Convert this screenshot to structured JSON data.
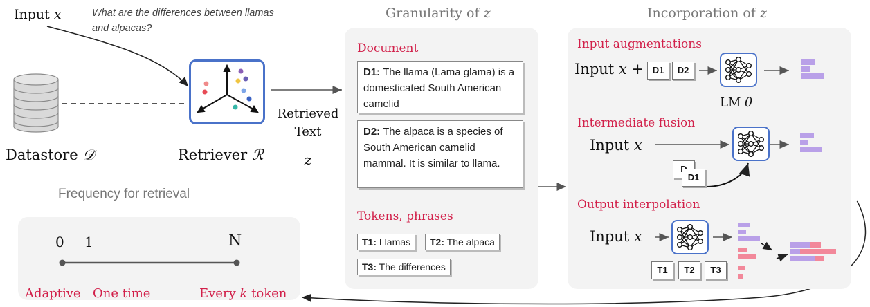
{
  "input": {
    "label": "Input",
    "var": "x",
    "question": "What are the differences between llamas and alpacas?"
  },
  "datastore": {
    "label": "Datastore",
    "symbol": "𝒟"
  },
  "retriever": {
    "label": "Retriever",
    "symbol": "ℛ"
  },
  "retrieved": {
    "line1": "Retrieved",
    "line2": "Text",
    "var": "z"
  },
  "granularity": {
    "title": "Granularity of",
    "var": "z",
    "document_heading": "Document",
    "docs": [
      {
        "id": "D1:",
        "text": "The llama (Lama glama) is a domesticated South American camelid"
      },
      {
        "id": "D2:",
        "text": "The alpaca is a species of South American camelid mammal. It is similar to llama."
      }
    ],
    "tokens_heading": "Tokens, phrases",
    "tokens": [
      {
        "id": "T1:",
        "text": "Llamas"
      },
      {
        "id": "T2:",
        "text": "The alpaca"
      },
      {
        "id": "T3:",
        "text": "The differences"
      }
    ]
  },
  "incorporation": {
    "title": "Incorporation of",
    "var": "z",
    "input_aug": {
      "heading": "Input augmentations",
      "input": "Input",
      "var": "x",
      "plus": "+",
      "chips": [
        "D1",
        "D2"
      ],
      "lm": "LM",
      "theta": "θ"
    },
    "intermediate": {
      "heading": "Intermediate fusion",
      "input": "Input",
      "var": "x",
      "chips": [
        "D",
        "D1"
      ]
    },
    "output": {
      "heading": "Output interpolation",
      "input": "Input",
      "var": "x",
      "chips": [
        "T1",
        "T2",
        "T3"
      ]
    }
  },
  "frequency": {
    "title": "Frequency for retrieval",
    "ticks": [
      "0",
      "1",
      "N"
    ],
    "labels": [
      "Adaptive",
      "One time",
      "Every",
      "k",
      "token"
    ]
  },
  "colors": {
    "accent_red": "#d2204a",
    "lm_blue": "#4a72c9",
    "bar_purple": "#b9a0e8",
    "bar_pink": "#f2889a"
  }
}
